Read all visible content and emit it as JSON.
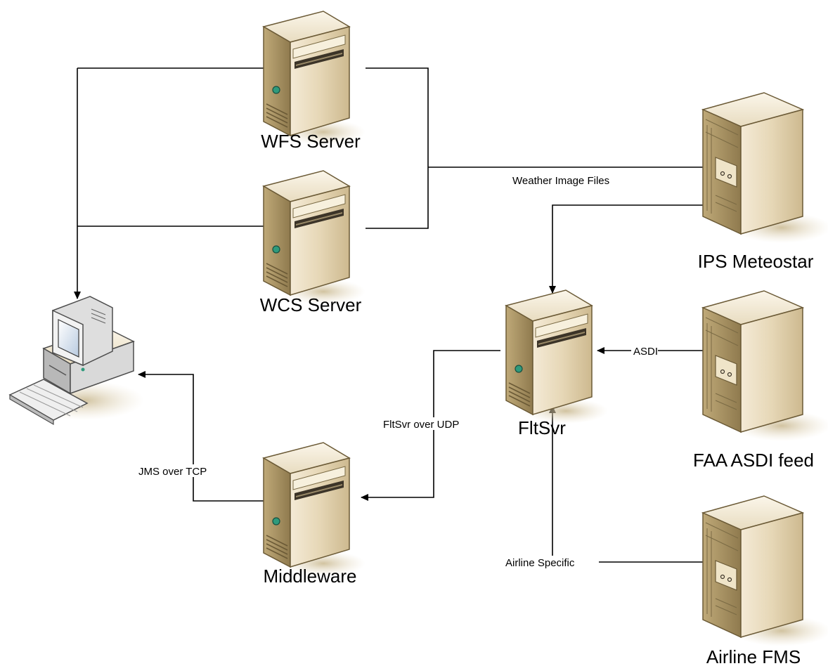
{
  "nodes": {
    "wfs": "WFS Server",
    "wcs": "WCS Server",
    "ips": "IPS Meteostar",
    "fltsvr": "FltSvr",
    "middleware": "Middleware",
    "faa": "FAA ASDI feed",
    "fms": "Airline FMS"
  },
  "edges": {
    "weather": "Weather Image Files",
    "asdi": "ASDI",
    "udp": "FltSvr over UDP",
    "jms": "JMS over TCP",
    "airline": "Airline Specific"
  }
}
